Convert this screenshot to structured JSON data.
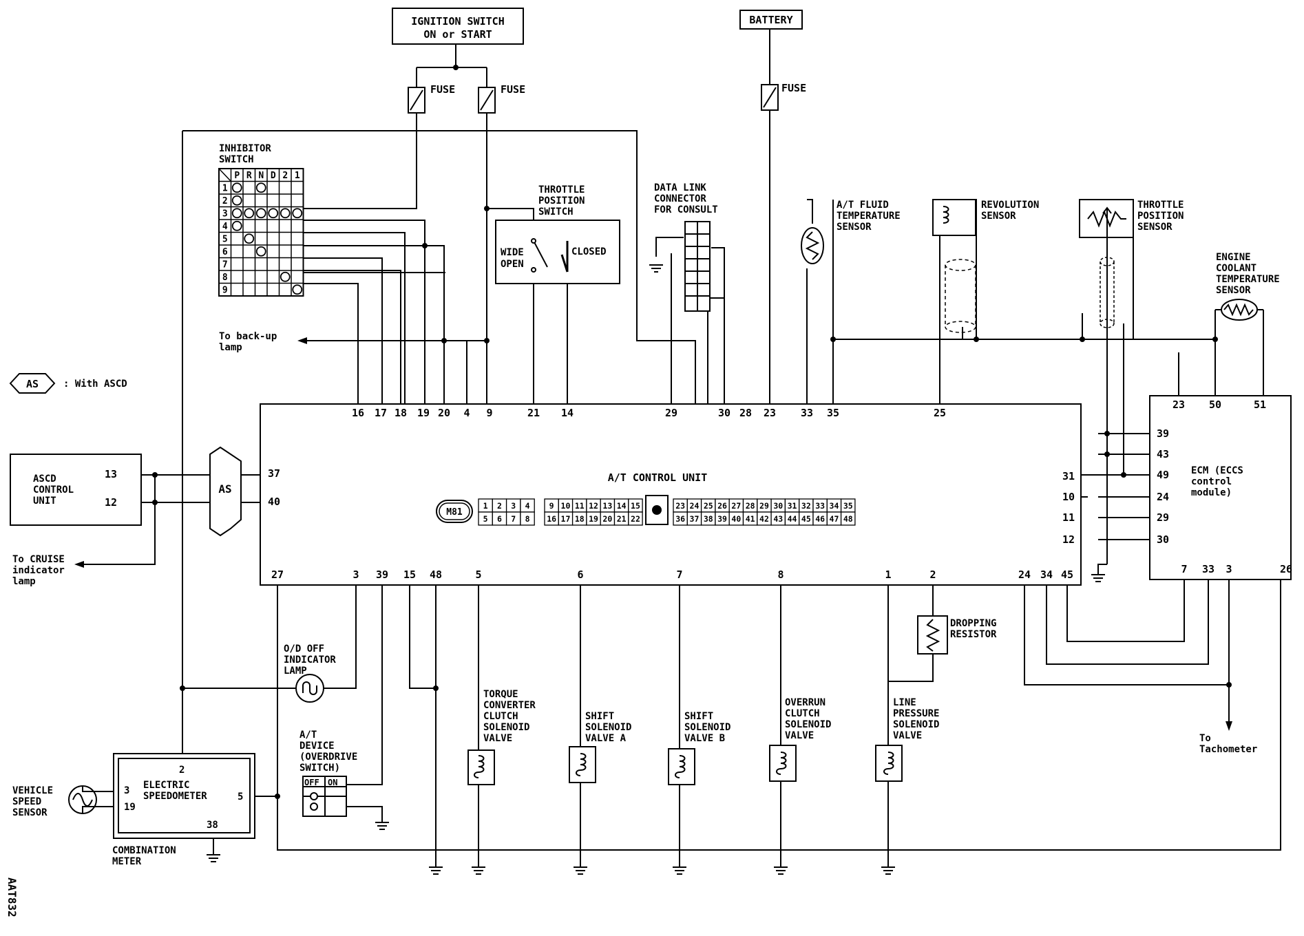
{
  "code": "AAT832",
  "power": {
    "ignition": [
      "IGNITION SWITCH",
      "ON or START"
    ],
    "battery": "BATTERY",
    "fuse": "FUSE"
  },
  "inhibitor": {
    "title": [
      "INHIBITOR",
      "SWITCH"
    ],
    "columns": [
      "P",
      "R",
      "N",
      "D",
      "2",
      "1"
    ],
    "rows": [
      "1",
      "2",
      "3",
      "4",
      "5",
      "6",
      "7",
      "8",
      "9"
    ]
  },
  "throttle_switch": {
    "title": [
      "THROTTLE",
      "POSITION",
      "SWITCH"
    ],
    "wide": [
      "WIDE",
      "OPEN"
    ],
    "closed": "CLOSED"
  },
  "data_link": [
    "DATA LINK",
    "CONNECTOR",
    "FOR CONSULT"
  ],
  "fluid_sensor": [
    "A/T FLUID",
    "TEMPERATURE",
    "SENSOR"
  ],
  "rev_sensor": [
    "REVOLUTION",
    "SENSOR"
  ],
  "tps": [
    "THROTTLE",
    "POSITION",
    "SENSOR"
  ],
  "coolant": [
    "ENGINE",
    "COOLANT",
    "TEMPERATURE",
    "SENSOR"
  ],
  "backup": [
    "To back-up",
    "lamp"
  ],
  "as_note": {
    "tag": "AS",
    "text": ": With ASCD"
  },
  "ascd": {
    "title": [
      "ASCD",
      "CONTROL",
      "UNIT"
    ],
    "pins": [
      "13",
      "12"
    ]
  },
  "cruise": [
    "To CRUISE",
    "indicator",
    "lamp"
  ],
  "tcu": {
    "title": "A/T CONTROL UNIT",
    "connector": "M81",
    "top_pins": [
      "16",
      "17",
      "18",
      "19",
      "20",
      "4",
      "9",
      "21",
      "14",
      "29",
      "30",
      "28",
      "23",
      "33",
      "35",
      "25"
    ],
    "left_pins": [
      "37",
      "40"
    ],
    "right_pins": [
      "31",
      "10",
      "11",
      "12"
    ],
    "bottom_pins": [
      "27",
      "3",
      "39",
      "15",
      "48",
      "5",
      "6",
      "7",
      "8",
      "1",
      "2",
      "24",
      "34",
      "45"
    ],
    "conn_row1_a": [
      "1",
      "2",
      "3",
      "4"
    ],
    "conn_row1_b": [
      "9",
      "10",
      "11",
      "12",
      "13",
      "14",
      "15"
    ],
    "conn_row1_c": [
      "23",
      "24",
      "25",
      "26",
      "27",
      "28",
      "29",
      "30",
      "31",
      "32",
      "33",
      "34",
      "35"
    ],
    "conn_row2_a": [
      "5",
      "6",
      "7",
      "8"
    ],
    "conn_row2_b": [
      "16",
      "17",
      "18",
      "19",
      "20",
      "21",
      "22"
    ],
    "conn_row2_c": [
      "36",
      "37",
      "38",
      "39",
      "40",
      "41",
      "42",
      "43",
      "44",
      "45",
      "46",
      "47",
      "48"
    ]
  },
  "ecm": {
    "title": [
      "ECM (ECCS",
      "control",
      "module)"
    ],
    "top_pins": [
      "23",
      "50",
      "51"
    ],
    "left_pins": [
      "39",
      "43",
      "49",
      "24",
      "29",
      "30"
    ],
    "bottom_pins": [
      "7",
      "33",
      "3",
      "26"
    ]
  },
  "od_lamp": [
    "O/D OFF",
    "INDICATOR",
    "LAMP"
  ],
  "at_device": {
    "title": [
      "A/T",
      "DEVICE",
      "(OVERDRIVE",
      "SWITCH)"
    ],
    "off": "OFF",
    "on": "ON"
  },
  "speedo": {
    "title": [
      "ELECTRIC",
      "SPEEDOMETER"
    ],
    "pins": [
      "2",
      "3",
      "19",
      "5",
      "38"
    ],
    "meter": [
      "COMBINATION",
      "METER"
    ]
  },
  "vss": [
    "VEHICLE",
    "SPEED",
    "SENSOR"
  ],
  "solenoids": {
    "tcc": [
      "TORQUE",
      "CONVERTER",
      "CLUTCH",
      "SOLENOID",
      "VALVE"
    ],
    "sa": [
      "SHIFT",
      "SOLENOID",
      "VALVE A"
    ],
    "sb": [
      "SHIFT",
      "SOLENOID",
      "VALVE B"
    ],
    "oc": [
      "OVERRUN",
      "CLUTCH",
      "SOLENOID",
      "VALVE"
    ],
    "lp": [
      "LINE",
      "PRESSURE",
      "SOLENOID",
      "VALVE"
    ]
  },
  "dropping": [
    "DROPPING",
    "RESISTOR"
  ],
  "tacho": [
    "To",
    "Tachometer"
  ]
}
